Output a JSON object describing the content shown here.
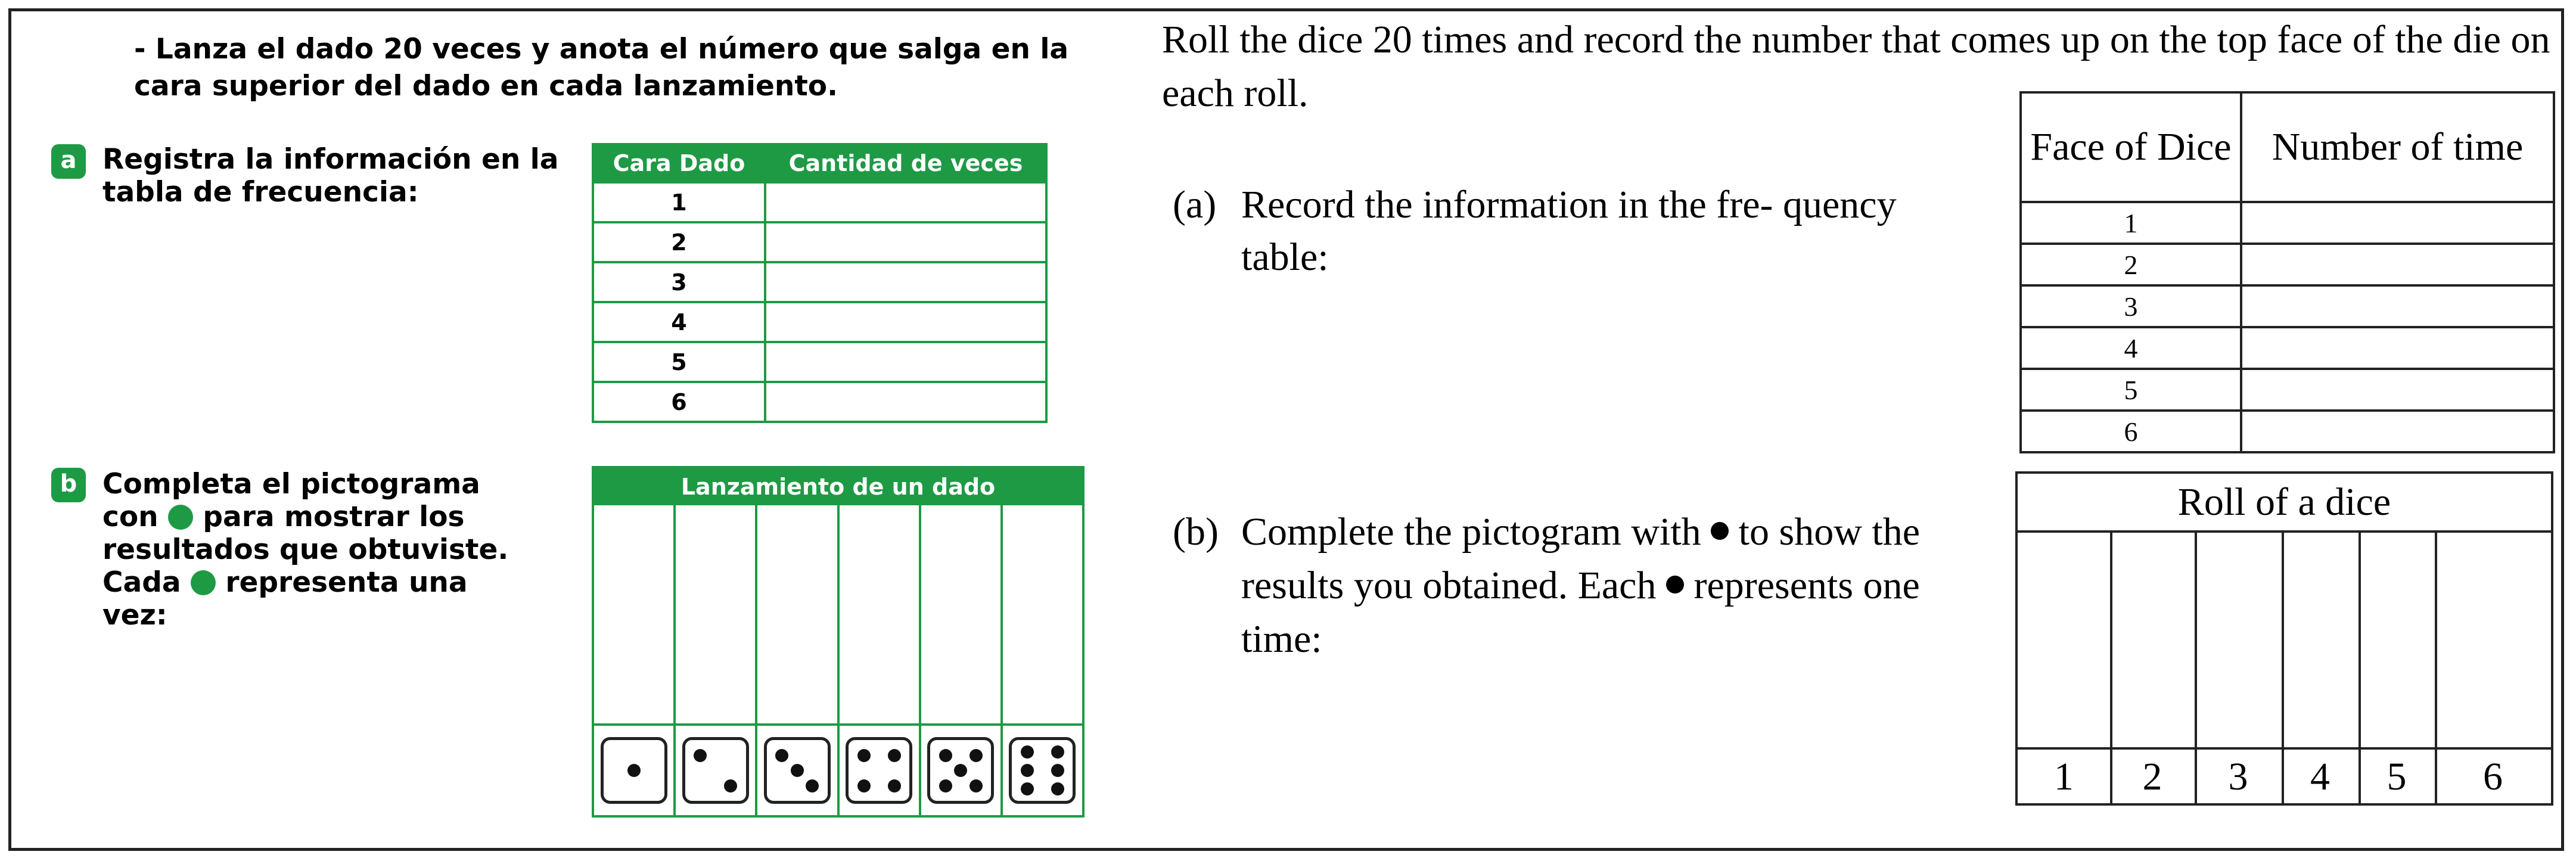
{
  "spanish": {
    "intro": "- Lanza el dado 20 veces y anota el número que salga en la cara superior del dado en cada lanzamiento.",
    "part_a": {
      "badge": "a",
      "text": "Registra la información en la tabla de frecuencia:"
    },
    "freq_table": {
      "headers": [
        "Cara Dado",
        "Cantidad de veces"
      ],
      "rows": [
        "1",
        "2",
        "3",
        "4",
        "5",
        "6"
      ]
    },
    "part_b": {
      "badge": "b",
      "text_1": "Completa el pictograma con",
      "text_2": "para mostrar los resultados que obtuviste. Cada",
      "text_3": "representa una vez:"
    },
    "pictogram": {
      "title": "Lanzamiento de un dado",
      "die_faces": [
        1,
        2,
        3,
        4,
        5,
        6
      ]
    },
    "accent_color": "#1e9a45"
  },
  "english": {
    "intro": "Roll the dice 20 times and record the number that comes up on the top face of the die on each roll.",
    "part_a": {
      "label": "(a)",
      "text": "Record the information in the fre- quency table:"
    },
    "freq_table": {
      "header_1": "Face of Dice",
      "header_2": "Number of time",
      "rows": [
        "1",
        "2",
        "3",
        "4",
        "5",
        "6"
      ]
    },
    "part_b": {
      "label": "(b)",
      "text_1": "Complete the pictogram with",
      "text_2": "to show the results you obtained. Each",
      "text_3": "represents one time:"
    },
    "pictogram": {
      "title": "Roll of a dice",
      "columns": [
        "1",
        "2",
        "3",
        "4",
        "5",
        "6"
      ]
    }
  }
}
